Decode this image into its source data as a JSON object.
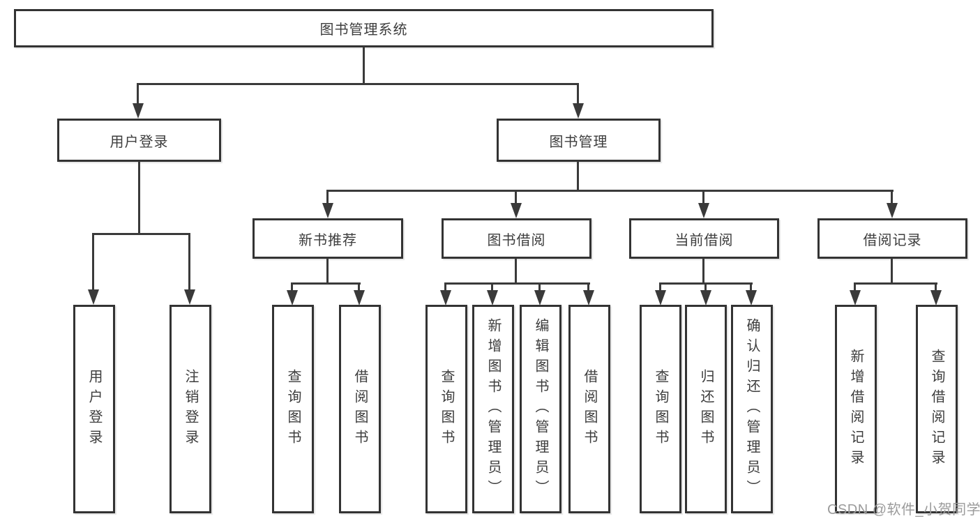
{
  "tree": {
    "label": "图书管理系统",
    "children": [
      {
        "label": "用户登录",
        "children": [
          {
            "label": "用户登录"
          },
          {
            "label": "注销登录"
          }
        ]
      },
      {
        "label": "图书管理",
        "children": [
          {
            "label": "新书推荐",
            "children": [
              {
                "label": "查询图书"
              },
              {
                "label": "借阅图书"
              }
            ]
          },
          {
            "label": "图书借阅",
            "children": [
              {
                "label": "查询图书"
              },
              {
                "label": "新增图书（管理员）"
              },
              {
                "label": "编辑图书（管理员）"
              },
              {
                "label": "借阅图书"
              }
            ]
          },
          {
            "label": "当前借阅",
            "children": [
              {
                "label": "查询图书"
              },
              {
                "label": "归还图书"
              },
              {
                "label": "确认归还（管理员）"
              }
            ]
          },
          {
            "label": "借阅记录",
            "children": [
              {
                "label": "新增借阅记录"
              },
              {
                "label": "查询借阅记录"
              }
            ]
          }
        ]
      }
    ]
  },
  "watermark": {
    "text": "CSDN @软件_小贺同学"
  },
  "colors": {
    "line": "#3a3a3a",
    "border": "#333333",
    "text": "#3d3d3d",
    "watermark": "#9b9b9b",
    "bg": "#ffffff"
  }
}
